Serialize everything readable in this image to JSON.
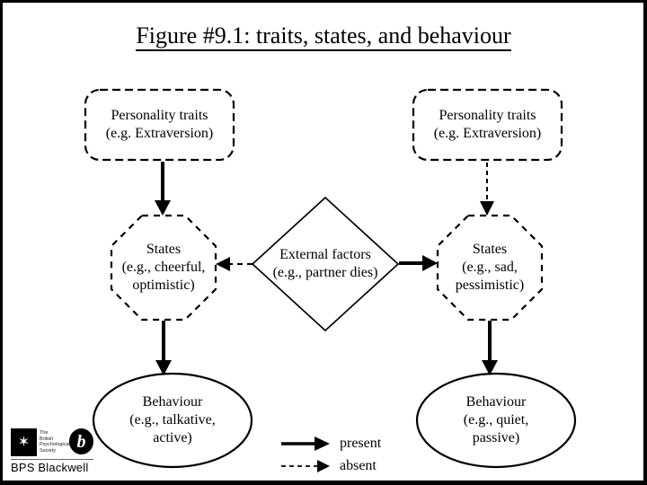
{
  "slide": {
    "title": "Figure #9.1: traits, states, and behaviour"
  },
  "nodes": {
    "traits_left": {
      "shape": "dashed-rounded-rect",
      "lines": [
        "Personality traits",
        "(e.g. Extraversion)"
      ]
    },
    "traits_right": {
      "shape": "dashed-rounded-rect",
      "lines": [
        "Personality traits",
        "(e.g. Extraversion)"
      ]
    },
    "states_left": {
      "shape": "dashed-octagon",
      "lines": [
        "States",
        "(e.g., cheerful,",
        "optimistic)"
      ]
    },
    "states_right": {
      "shape": "dashed-octagon",
      "lines": [
        "States",
        "(e.g., sad,",
        "pessimistic)"
      ]
    },
    "external_factors": {
      "shape": "diamond",
      "lines": [
        "External factors",
        "(e.g., partner dies)"
      ]
    },
    "behaviour_left": {
      "shape": "ellipse",
      "lines": [
        "Behaviour",
        "(e.g., talkative,",
        "active)"
      ]
    },
    "behaviour_right": {
      "shape": "ellipse",
      "lines": [
        "Behaviour",
        "(e.g., quiet,",
        "passive)"
      ]
    }
  },
  "edges": [
    {
      "from": "personality-traits-left",
      "to": "states-left",
      "style": "present (solid)"
    },
    {
      "from": "personality-traits-right",
      "to": "states-right",
      "style": "absent (dashed)"
    },
    {
      "from": "external-factors",
      "to": "states-left",
      "style": "absent (dashed)"
    },
    {
      "from": "external-factors",
      "to": "states-right",
      "style": "present (solid)"
    },
    {
      "from": "states-left",
      "to": "behaviour-left",
      "style": "present (solid)"
    },
    {
      "from": "states-right",
      "to": "behaviour-right",
      "style": "present (solid)"
    }
  ],
  "legend": {
    "present_label": "present",
    "absent_label": "absent"
  },
  "logo": {
    "crest_glyph": "✶",
    "b_glyph": "b",
    "society_lines": [
      "The",
      "British",
      "Psychological",
      "Society"
    ],
    "brand": "BPS Blackwell"
  },
  "colors": {
    "ink": "#000000",
    "paper": "#ffffff",
    "frame": "#000000"
  }
}
